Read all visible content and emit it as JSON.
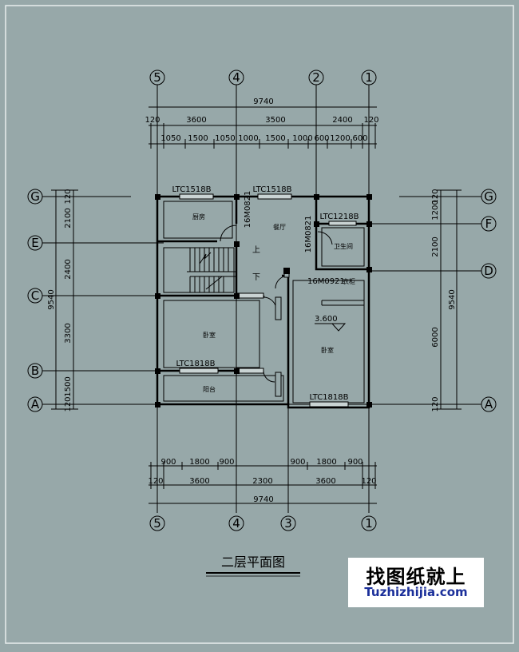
{
  "drawing": {
    "title": "二层平面图",
    "axes_top": [
      "5",
      "4",
      "2",
      "1"
    ],
    "axes_bottom": [
      "5",
      "4",
      "3",
      "1"
    ],
    "axes_left": [
      "G",
      "E",
      "C",
      "B",
      "A"
    ],
    "axes_right": [
      "G",
      "F",
      "D",
      "A"
    ],
    "dims_top_total": "9740",
    "dims_top_mid": [
      "120",
      "3600",
      "3500",
      "2400",
      "120"
    ],
    "dims_top_small": [
      "1050",
      "1500",
      "1050",
      "1000",
      "1500",
      "1000",
      "600",
      "1200",
      "600"
    ],
    "dims_bottom_small": [
      "900",
      "1800",
      "900",
      "900",
      "1800",
      "900"
    ],
    "dims_bottom_mid": [
      "120",
      "3600",
      "2300",
      "3600",
      "120"
    ],
    "dims_bottom_total": "9740",
    "dims_left": [
      "120",
      "2100",
      "2400",
      "3300",
      "1500",
      "120"
    ],
    "dims_left_total": "9540",
    "dims_right": [
      "120",
      "1200",
      "2100",
      "6000",
      "120"
    ],
    "dims_right_total": "9540",
    "windows": [
      "LTC1518B",
      "LTC1518B",
      "LTC1218B",
      "LTC1818B",
      "LTC1818B"
    ],
    "doors": [
      "16M0821",
      "16M0821",
      "16M0921"
    ],
    "rooms": [
      "厨房",
      "餐厅",
      "卫生间",
      "衣柜",
      "卧室",
      "卧室",
      "阳台"
    ],
    "stair_labels": [
      "上",
      "下"
    ],
    "elevation": "3.600"
  },
  "watermark": {
    "chinese": "找图纸就上",
    "url": "Tuzhizhijia.com"
  }
}
